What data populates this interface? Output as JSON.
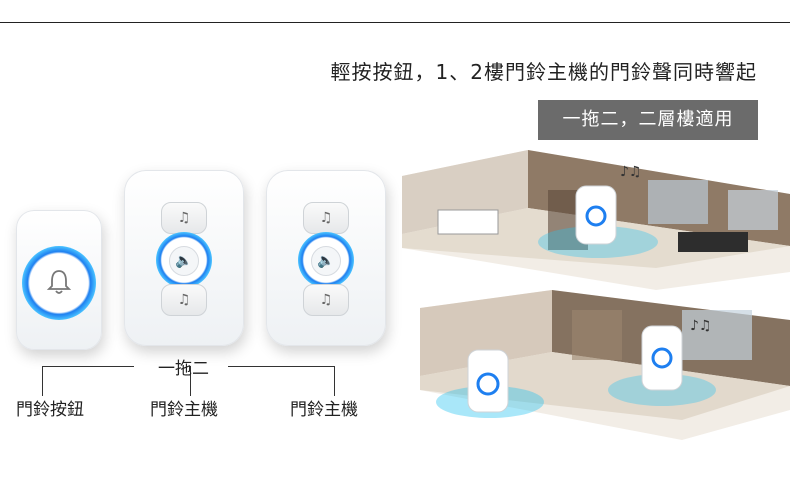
{
  "headline": "輕按按鈕，1、2樓門鈴主機的門鈴聲同時響起",
  "tag": "一拖二，二層樓適用",
  "connector_label": "一拖二",
  "devices": [
    {
      "label": "門鈴按鈕"
    },
    {
      "label": "門鈴主機"
    },
    {
      "label": "門鈴主機"
    }
  ],
  "icons": {
    "bell": "bell-icon",
    "speaker": "speaker-icon",
    "music": "music-note-icon"
  }
}
